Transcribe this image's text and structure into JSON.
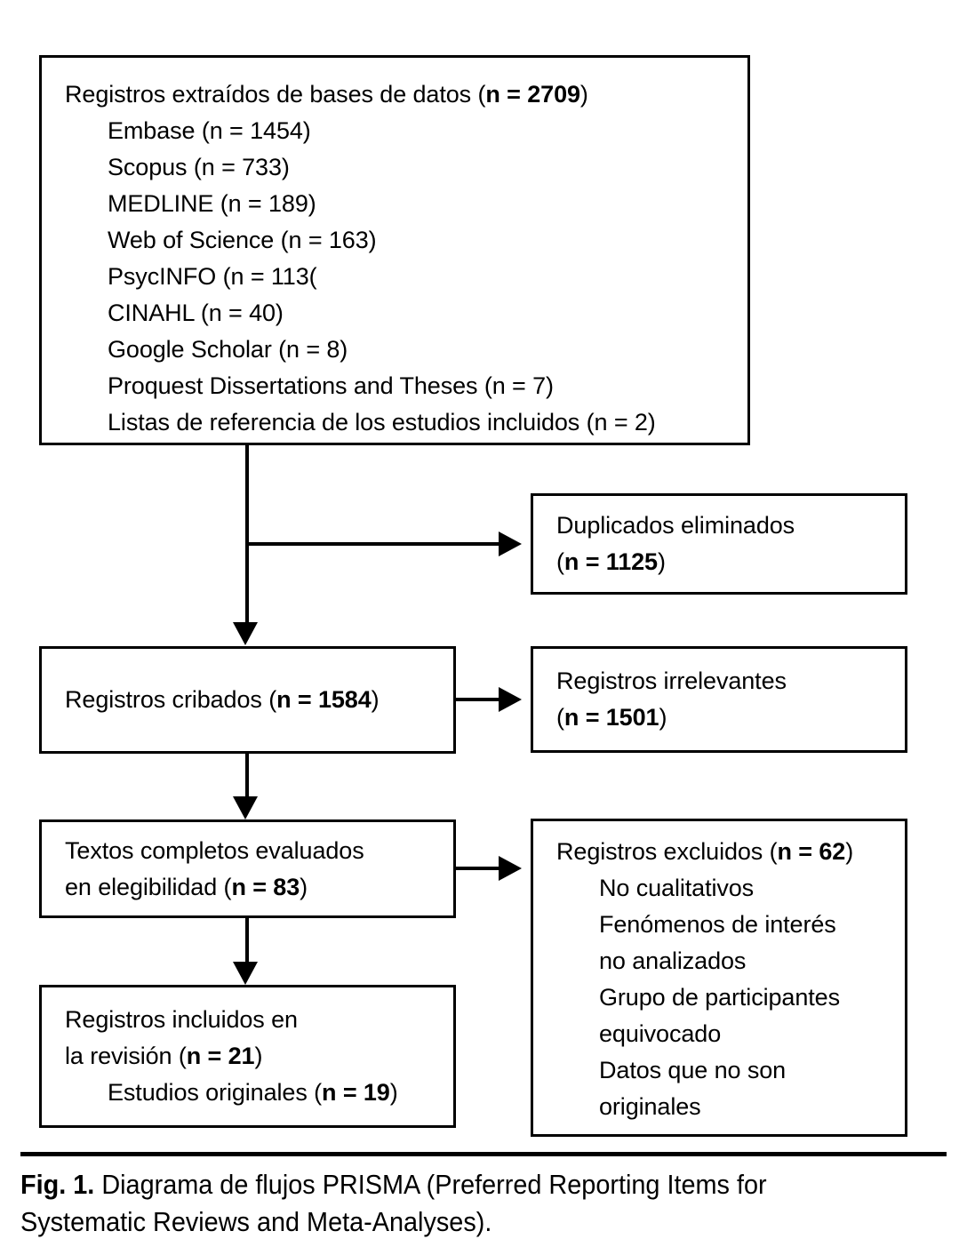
{
  "figure": {
    "label": "Fig. 1.",
    "caption": " Diagrama de flujos PRISMA (Preferred Reporting Items for Systematic Reviews and Meta-Analyses)."
  },
  "colors": {
    "line": "#000000",
    "background": "#ffffff",
    "text": "#000000"
  },
  "boxes": {
    "sources": {
      "heading": "Registros extraídos de bases de datos (",
      "heading_n": "n = 2709",
      "heading_close": ")",
      "items": [
        "Embase (n = 1454)",
        "Scopus (n = 733)",
        "MEDLINE (n = 189)",
        "Web of Science (n = 163)",
        "PsycINFO (n = 113(",
        "CINAHL (n = 40)",
        "Google Scholar (n = 8)",
        "Proquest Dissertations and Theses (n = 7)",
        "Listas de referencia de los estudios incluidos (n = 2)"
      ]
    },
    "duplicates": {
      "line1": "Duplicados eliminados",
      "line2_open": "(",
      "line2_n": "n = 1125",
      "line2_close": ")"
    },
    "screened": {
      "line1_pre": "Registros cribados (",
      "line1_n": "n = 1584",
      "line1_close": ")"
    },
    "irrelevant": {
      "line1": "Registros irrelevantes",
      "line2_open": "(",
      "line2_n": "n = 1501",
      "line2_close": ")"
    },
    "fulltext": {
      "line1": "Textos completos evaluados",
      "line2_pre": "en elegibilidad (",
      "line2_n": "n = 83",
      "line2_close": ")"
    },
    "excluded": {
      "heading_pre": "Registros excluidos (",
      "heading_n": "n = 62",
      "heading_close": ")",
      "items": [
        "No cualitativos",
        "Fenómenos de interés",
        "no analizados",
        "Grupo de participantes",
        "equivocado",
        "Datos que no son",
        "originales"
      ]
    },
    "included": {
      "line1": "Registros incluidos en",
      "line2_pre": "la revisión (",
      "line2_n": "n = 21",
      "line2_close": ")",
      "line3_pre": "Estudios originales (",
      "line3_n": "n = 19",
      "line3_close": ")"
    }
  },
  "chart_data": {
    "type": "diagram",
    "title": "Diagrama de flujos PRISMA",
    "nodes": [
      {
        "id": "sources",
        "label": "Registros extraídos de bases de datos",
        "n": 2709
      },
      {
        "id": "duplicates",
        "label": "Duplicados eliminados",
        "n": 1125
      },
      {
        "id": "screened",
        "label": "Registros cribados",
        "n": 1584
      },
      {
        "id": "irrelevant",
        "label": "Registros irrelevantes",
        "n": 1501
      },
      {
        "id": "fulltext",
        "label": "Textos completos evaluados en elegibilidad",
        "n": 83
      },
      {
        "id": "excluded",
        "label": "Registros excluidos",
        "n": 62
      },
      {
        "id": "included",
        "label": "Registros incluidos en la revisión",
        "n": 21
      },
      {
        "id": "original",
        "label": "Estudios originales",
        "n": 19
      }
    ],
    "sources_breakdown": [
      {
        "source": "Embase",
        "n": 1454
      },
      {
        "source": "Scopus",
        "n": 733
      },
      {
        "source": "MEDLINE",
        "n": 189
      },
      {
        "source": "Web of Science",
        "n": 163
      },
      {
        "source": "PsycINFO",
        "n": 113
      },
      {
        "source": "CINAHL",
        "n": 40
      },
      {
        "source": "Google Scholar",
        "n": 8
      },
      {
        "source": "Proquest Dissertations and Theses",
        "n": 7
      },
      {
        "source": "Listas de referencia de los estudios incluidos",
        "n": 2
      }
    ],
    "exclusion_reasons": [
      "No cualitativos",
      "Fenómenos de interés no analizados",
      "Grupo de participantes equivocado",
      "Datos que no son originales"
    ],
    "edges": [
      {
        "from": "sources",
        "to": "duplicates",
        "direction": "right"
      },
      {
        "from": "sources",
        "to": "screened",
        "direction": "down"
      },
      {
        "from": "screened",
        "to": "irrelevant",
        "direction": "right"
      },
      {
        "from": "screened",
        "to": "fulltext",
        "direction": "down"
      },
      {
        "from": "fulltext",
        "to": "excluded",
        "direction": "right"
      },
      {
        "from": "fulltext",
        "to": "included",
        "direction": "down"
      }
    ]
  }
}
